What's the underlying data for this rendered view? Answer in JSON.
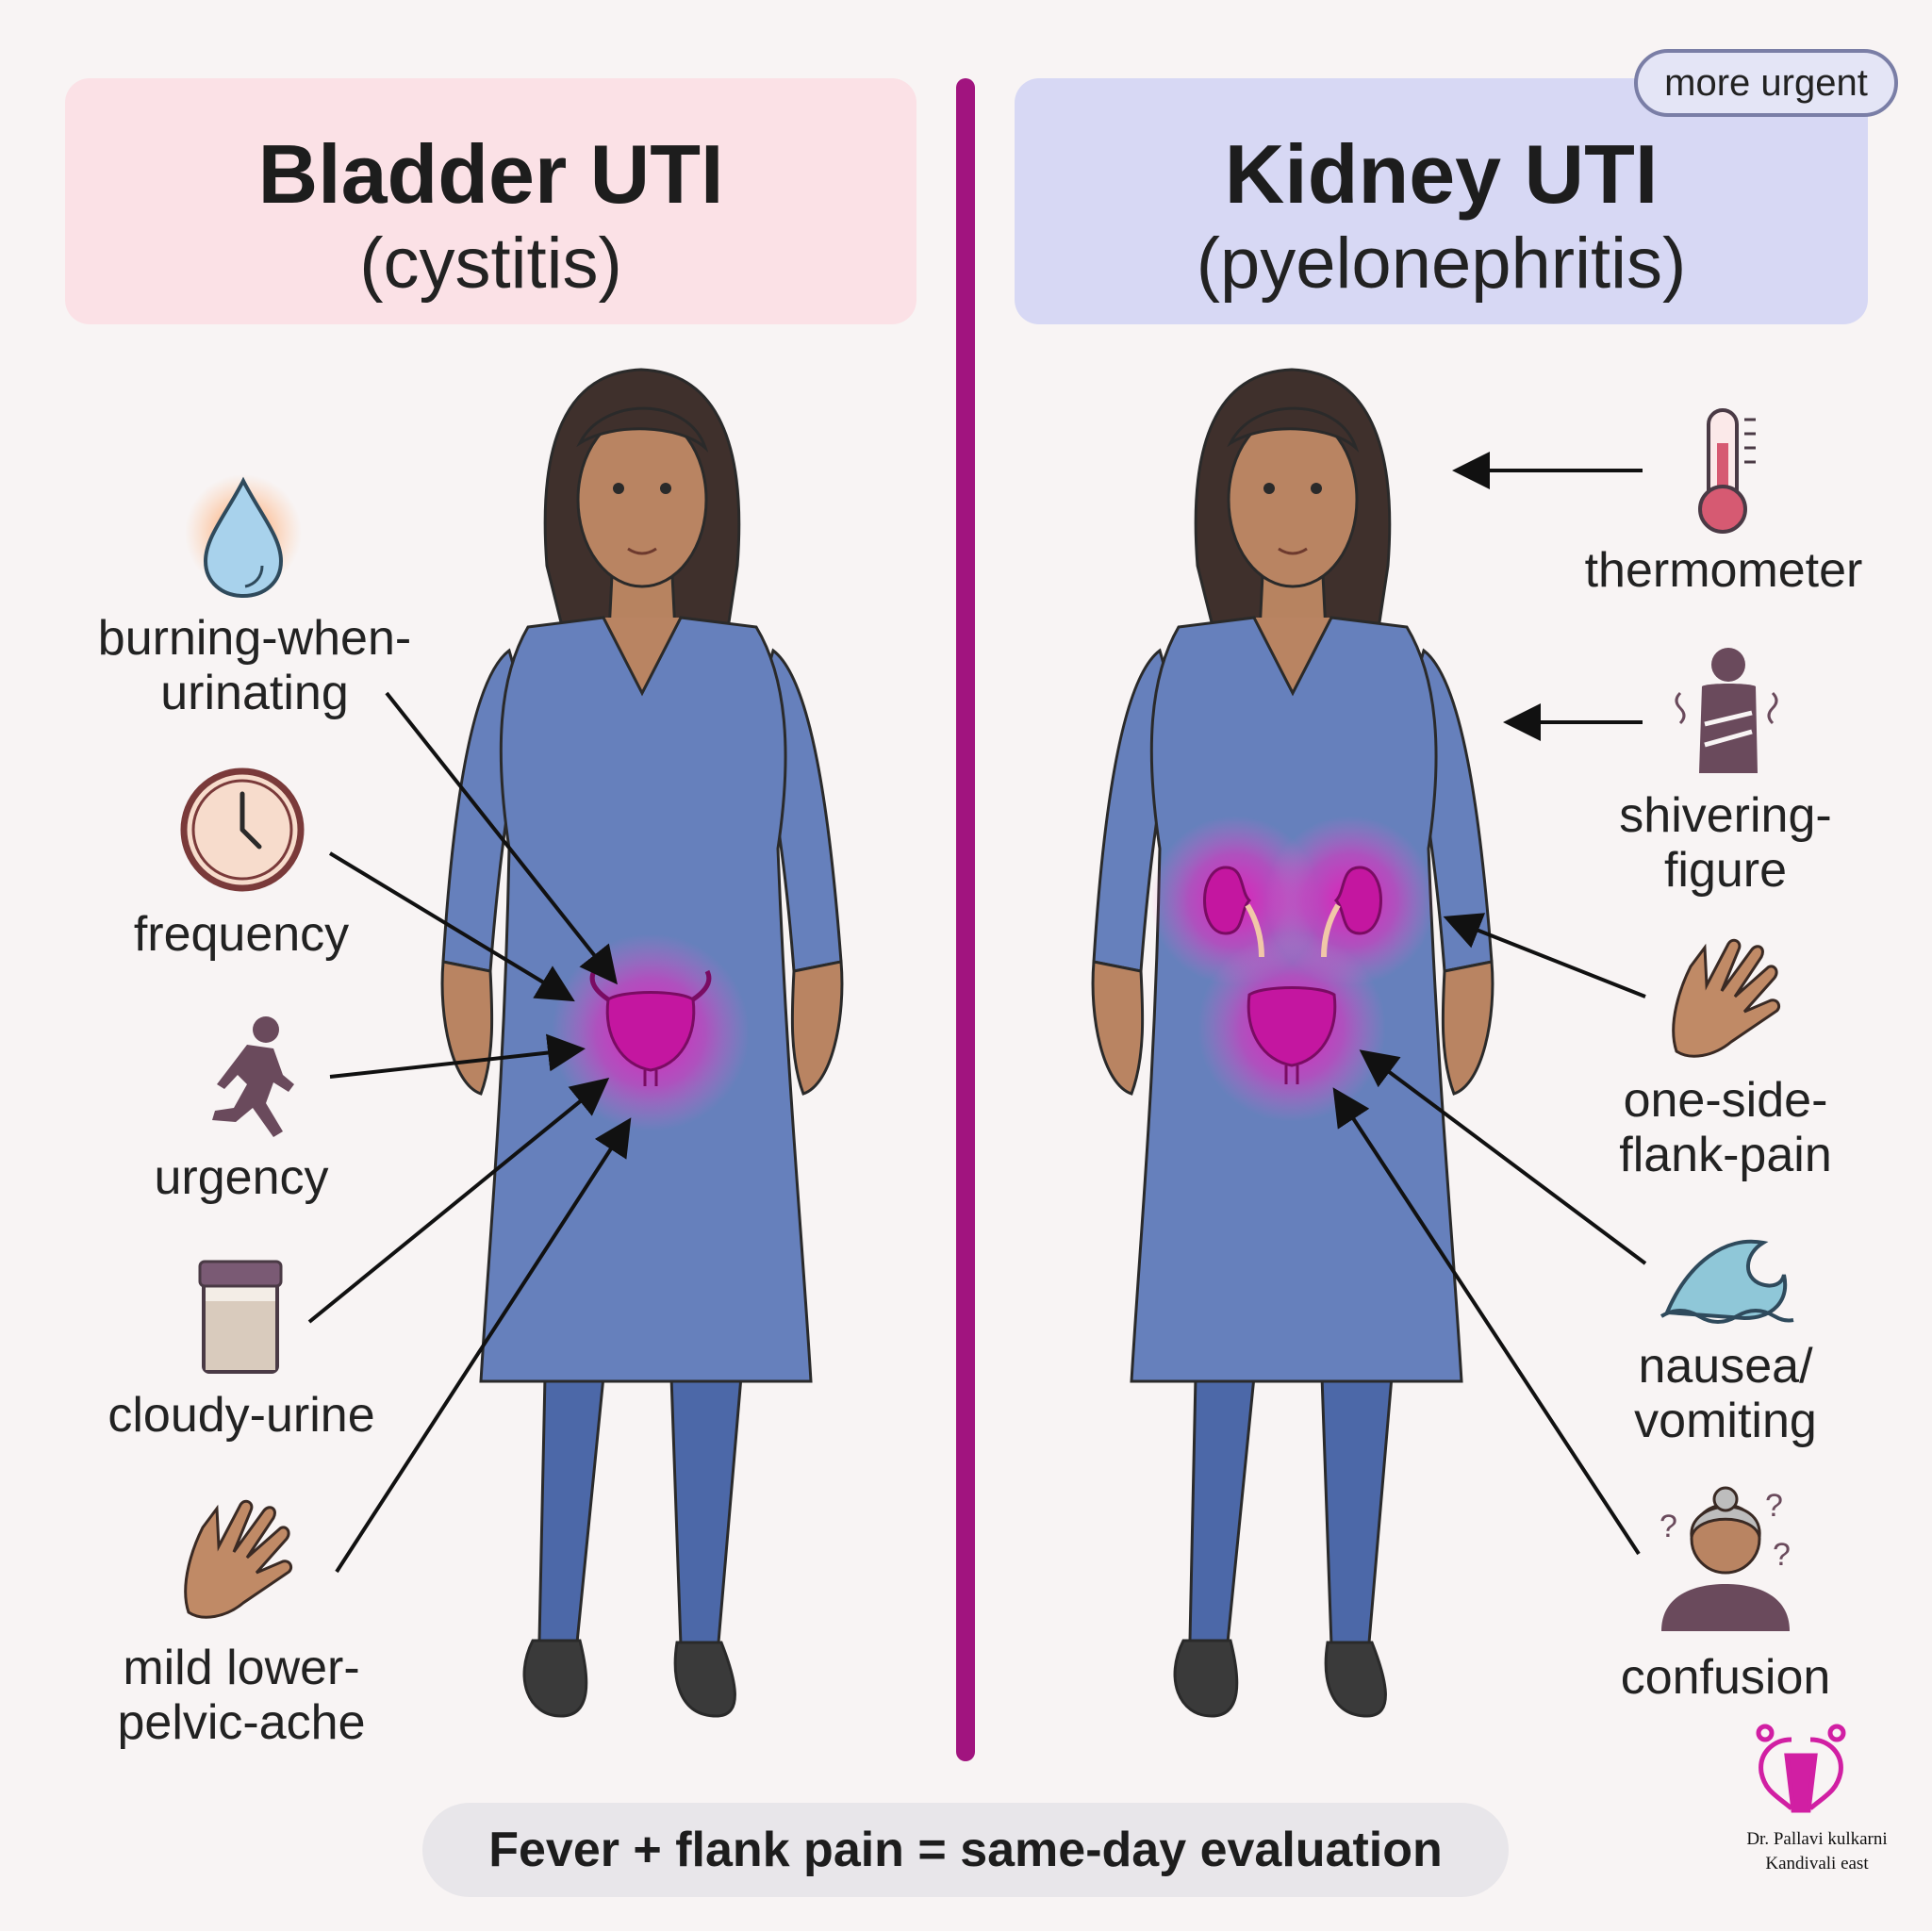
{
  "left_panel": {
    "title": "Bladder UTI",
    "subtitle": "(cystitis)",
    "symptoms": [
      {
        "label_lines": [
          "burning-when-",
          "urinating"
        ],
        "icon": "water-drop-icon"
      },
      {
        "label_lines": [
          "frequency"
        ],
        "icon": "clock-icon"
      },
      {
        "label_lines": [
          "urgency"
        ],
        "icon": "running-person-icon"
      },
      {
        "label_lines": [
          "cloudy-urine"
        ],
        "icon": "urine-sample-jar-icon"
      },
      {
        "label_lines": [
          "mild lower-",
          "pelvic-ache"
        ],
        "icon": "hand-icon"
      }
    ]
  },
  "right_panel": {
    "title": "Kidney UTI",
    "subtitle": "(pyelonephritis)",
    "badge": "more urgent",
    "symptoms": [
      {
        "label_lines": [
          "thermometer"
        ],
        "icon": "thermometer-icon"
      },
      {
        "label_lines": [
          "shivering-",
          "figure"
        ],
        "icon": "shivering-figure-icon"
      },
      {
        "label_lines": [
          "one-side-",
          "flank-pain"
        ],
        "icon": "hand-icon"
      },
      {
        "label_lines": [
          "nausea/",
          "vomiting"
        ],
        "icon": "wave-icon"
      },
      {
        "label_lines": [
          "confusion"
        ],
        "icon": "confused-person-icon"
      }
    ]
  },
  "footer": {
    "banner": "Fever + flank pain = same-day evaluation",
    "signature_name": "Dr. Pallavi kulkarni",
    "signature_location": "Kandivali east",
    "logo": "female-reproductive-logo"
  },
  "colors": {
    "bladder_header_bg": "#fbe1e6",
    "kidney_header_bg": "#d7d8f4",
    "divider": "#a1147f",
    "organ_highlight": "#d01aa8",
    "clothing": "#6680bc"
  }
}
